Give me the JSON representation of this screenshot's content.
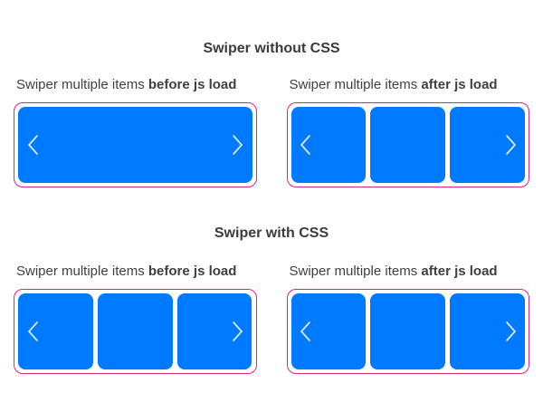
{
  "colors": {
    "slide_blue": "#007aff",
    "container_border_pink": "#e0247c",
    "chevron_white": "#ffffff",
    "heading_text": "#3b3b3b",
    "label_text": "#3f3f3f",
    "background": "#ffffff"
  },
  "icons": {
    "prev": "chevron-left-icon",
    "next": "chevron-right-icon"
  },
  "sections": [
    {
      "heading": "Swiper without CSS",
      "columns": [
        {
          "label_regular": "Swiper multiple items ",
          "label_bold": "before js load",
          "slides": 1
        },
        {
          "label_regular": "Swiper multiple items ",
          "label_bold": "after js load",
          "slides": 3
        }
      ]
    },
    {
      "heading": "Swiper with CSS",
      "columns": [
        {
          "label_regular": "Swiper multiple items ",
          "label_bold": "before js load",
          "slides": 3
        },
        {
          "label_regular": "Swiper multiple items ",
          "label_bold": "after js load",
          "slides": 3
        }
      ]
    }
  ]
}
